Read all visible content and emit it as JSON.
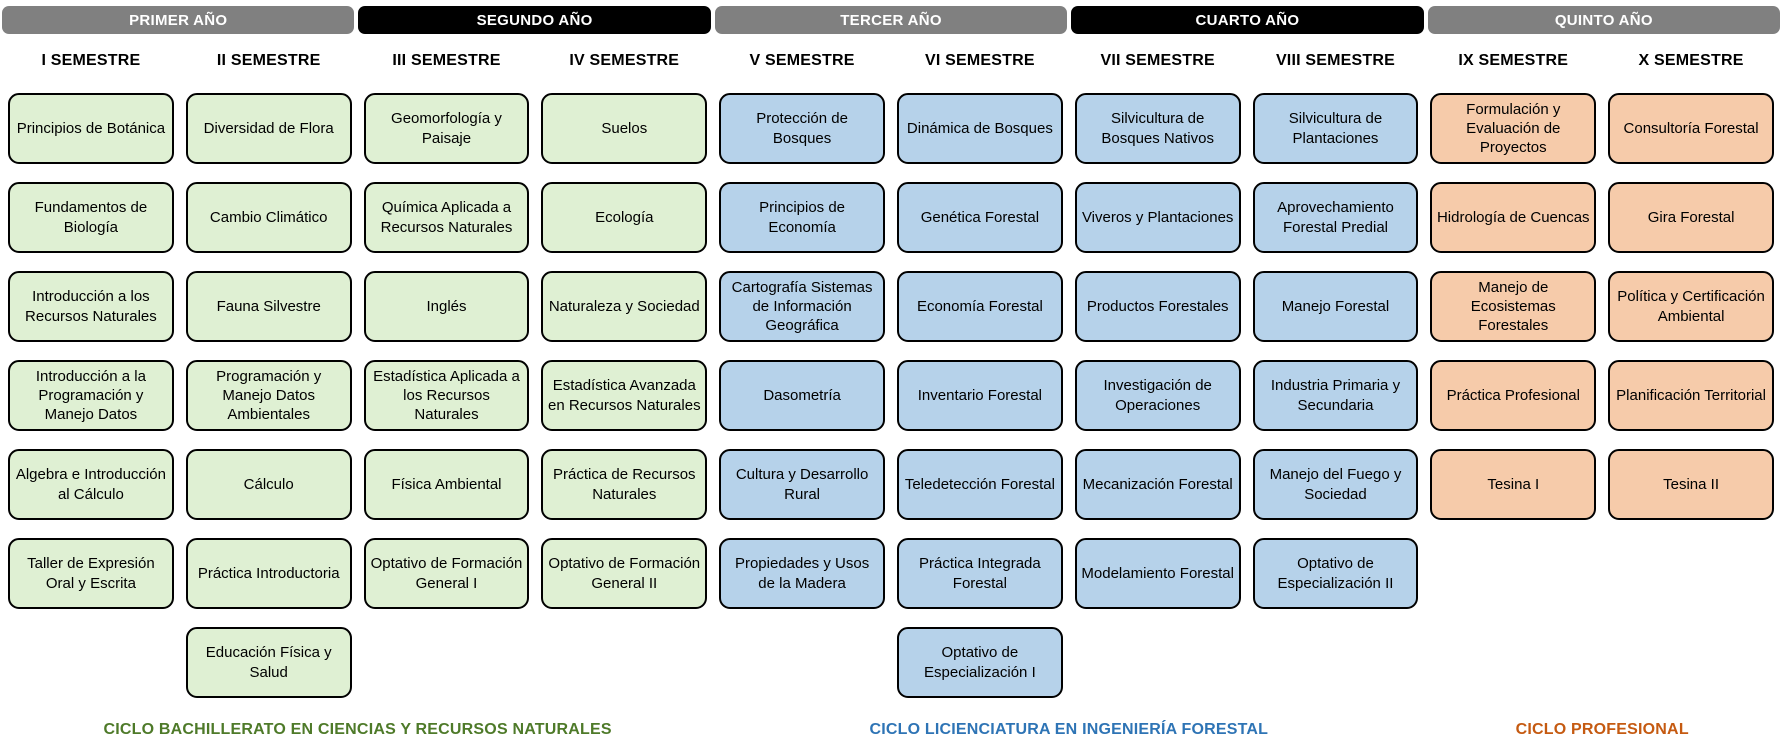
{
  "years": [
    {
      "label": "PRIMER AÑO",
      "style": "grey",
      "span": 2
    },
    {
      "label": "SEGUNDO AÑO",
      "style": "black",
      "span": 2
    },
    {
      "label": "TERCER AÑO",
      "style": "grey",
      "span": 2
    },
    {
      "label": "CUARTO AÑO",
      "style": "black",
      "span": 2
    },
    {
      "label": "QUINTO AÑO",
      "style": "grey",
      "span": 2
    }
  ],
  "semesters": [
    "I SEMESTRE",
    "II SEMESTRE",
    "III SEMESTRE",
    "IV SEMESTRE",
    "V SEMESTRE",
    "VI SEMESTRE",
    "VII SEMESTRE",
    "VIII SEMESTRE",
    "IX SEMESTRE",
    "X SEMESTRE"
  ],
  "colors": {
    "green": "#dff0d3",
    "blue": "#b6d2ea",
    "orange": "#f6cbaa",
    "band_grey": "#808080",
    "band_black": "#000000",
    "cycle_green_text": "#4e7a29",
    "cycle_blue_text": "#2e74b5",
    "cycle_orange_text": "#c55a11"
  },
  "columns": [
    {
      "semester": "I SEMESTRE",
      "color": "green",
      "courses": [
        "Principios de Botánica",
        "Fundamentos de Biología",
        "Introducción a los Recursos Naturales",
        "Introducción a la Programación y Manejo Datos",
        "Algebra e Introducción al Cálculo",
        "Taller de Expresión Oral y Escrita"
      ]
    },
    {
      "semester": "II SEMESTRE",
      "color": "green",
      "courses": [
        "Diversidad de Flora",
        "Cambio Climático",
        "Fauna Silvestre",
        "Programación y Manejo Datos Ambientales",
        "Cálculo",
        "Práctica Introductoria",
        "Educación Física y Salud"
      ]
    },
    {
      "semester": "III SEMESTRE",
      "color": "green",
      "courses": [
        "Geomorfología y Paisaje",
        "Química Aplicada a Recursos Naturales",
        "Inglés",
        "Estadística Aplicada a los Recursos Naturales",
        "Física Ambiental",
        "Optativo de Formación General I"
      ]
    },
    {
      "semester": "IV SEMESTRE",
      "color": "green",
      "courses": [
        "Suelos",
        "Ecología",
        "Naturaleza y Sociedad",
        "Estadística Avanzada en Recursos Naturales",
        "Práctica de Recursos Naturales",
        "Optativo de Formación General II"
      ]
    },
    {
      "semester": "V SEMESTRE",
      "color": "blue",
      "courses": [
        "Protección de Bosques",
        "Principios de Economía",
        "Cartografía Sistemas de Información Geográfica",
        "Dasometría",
        "Cultura y Desarrollo Rural",
        "Propiedades y Usos de la Madera"
      ]
    },
    {
      "semester": "VI SEMESTRE",
      "color": "blue",
      "courses": [
        "Dinámica de Bosques",
        "Genética Forestal",
        "Economía Forestal",
        "Inventario Forestal",
        "Teledetección Forestal",
        "Práctica Integrada Forestal",
        "Optativo de Especialización I"
      ]
    },
    {
      "semester": "VII SEMESTRE",
      "color": "blue",
      "courses": [
        "Silvicultura de Bosques Nativos",
        "Viveros y Plantaciones",
        "Productos Forestales",
        "Investigación de Operaciones",
        "Mecanización Forestal",
        "Modelamiento Forestal"
      ]
    },
    {
      "semester": "VIII SEMESTRE",
      "color": "blue",
      "courses": [
        "Silvicultura de Plantaciones",
        "Aprovechamiento Forestal Predial",
        "Manejo Forestal",
        "Industria Primaria y Secundaria",
        "Manejo del Fuego y Sociedad",
        "Optativo de Especialización II"
      ]
    },
    {
      "semester": "IX SEMESTRE",
      "color": "orange",
      "courses": [
        "Formulación y Evaluación de Proyectos",
        "Hidrología de Cuencas",
        "Manejo de Ecosistemas Forestales",
        "Práctica Profesional",
        "Tesina I"
      ]
    },
    {
      "semester": "X SEMESTRE",
      "color": "orange",
      "courses": [
        "Consultoría Forestal",
        "Gira Forestal",
        "Política y Certificación Ambiental",
        "Planificación Territorial",
        "Tesina II"
      ]
    }
  ],
  "cycles": [
    {
      "label": "CICLO BACHILLERATO EN CIENCIAS Y RECURSOS NATURALES",
      "color": "#4e7a29",
      "span": 4
    },
    {
      "label": "CICLO LICIENCIATURA EN INGENIERÍA FORESTAL",
      "color": "#2e74b5",
      "span": 4
    },
    {
      "label": "CICLO PROFESIONAL",
      "color": "#c55a11",
      "span": 2
    }
  ]
}
